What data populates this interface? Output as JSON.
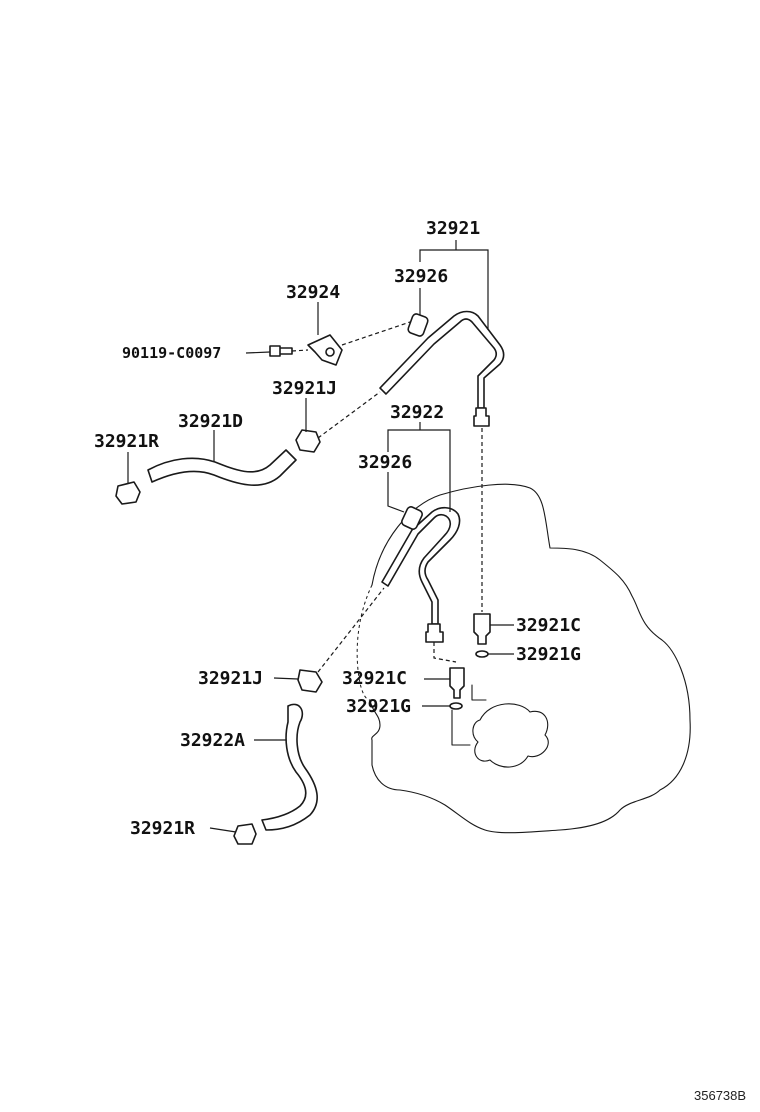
{
  "diagram": {
    "labels": {
      "l_32921": "32921",
      "l_32926_top": "32926",
      "l_32924": "32924",
      "l_90119": "90119-C0097",
      "l_32921J_top": "32921J",
      "l_32921D": "32921D",
      "l_32921R_top": "32921R",
      "l_32922": "32922",
      "l_32926_mid": "32926",
      "l_32921C_right": "32921C",
      "l_32921G_right": "32921G",
      "l_32921J_bottom": "32921J",
      "l_32921C_mid": "32921C",
      "l_32921G_mid": "32921G",
      "l_32922A": "32922A",
      "l_32921R_bottom": "32921R"
    },
    "reference_code": "356738B"
  }
}
